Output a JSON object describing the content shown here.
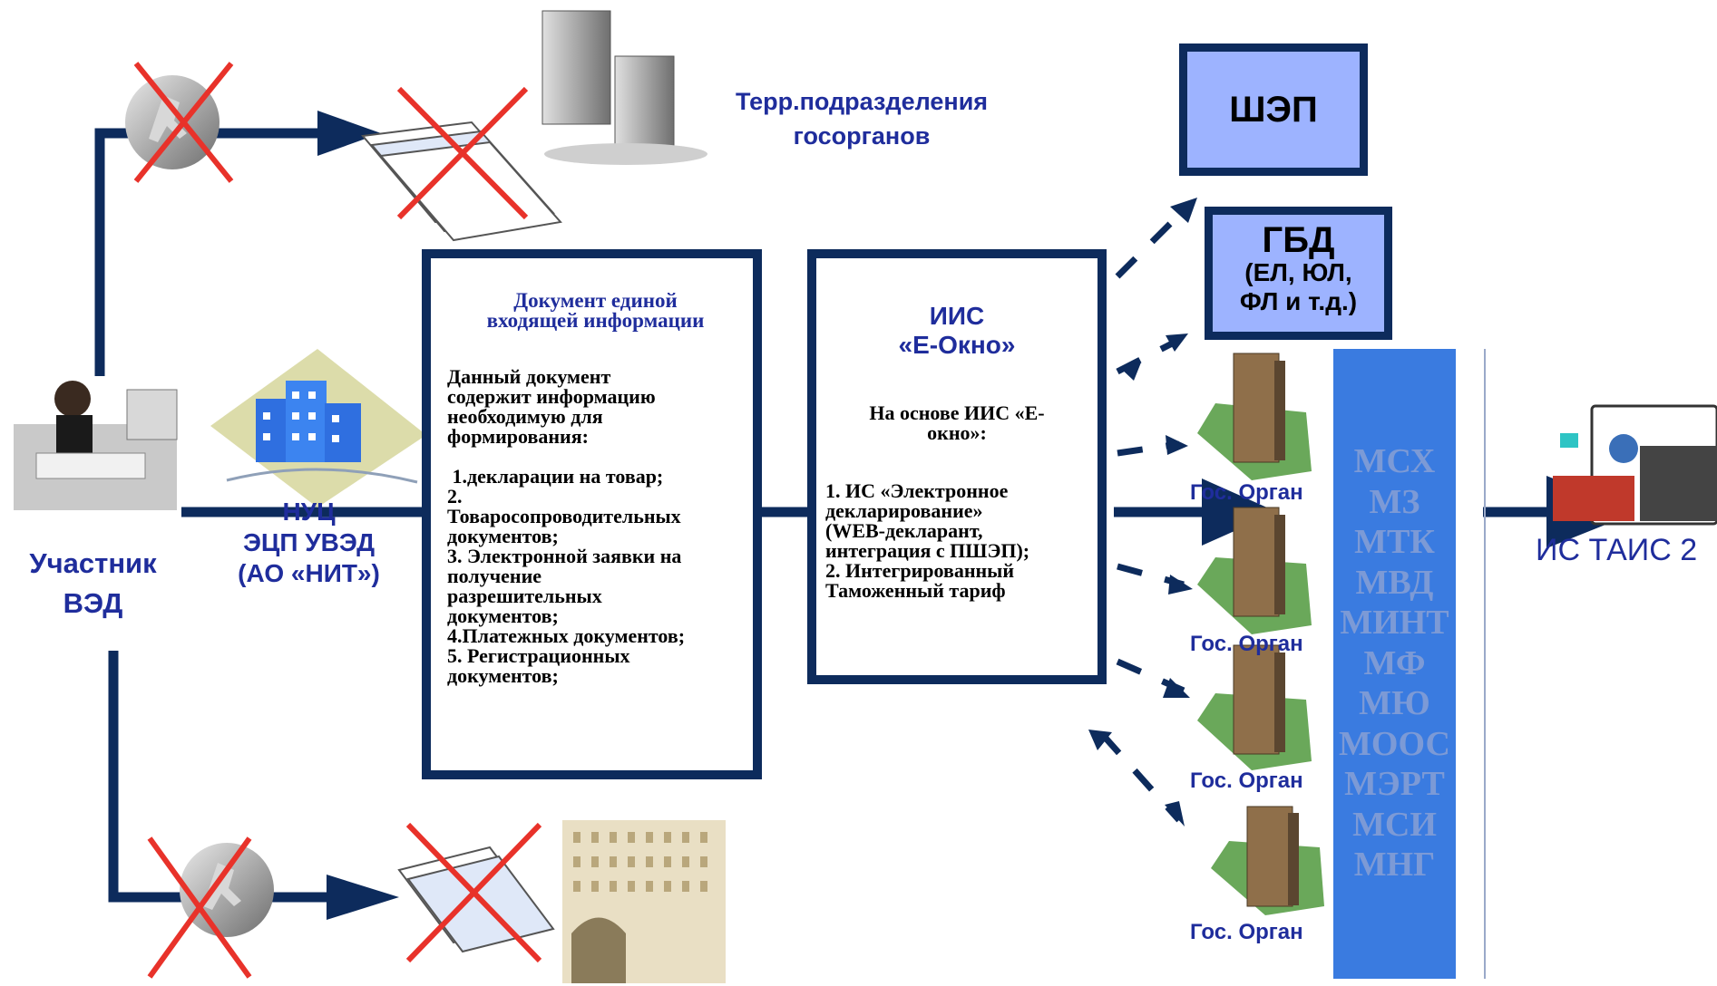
{
  "participant": {
    "label_line1": "Участник",
    "label_line2": "ВЭД"
  },
  "nuc": {
    "line1": "НУЦ",
    "line2": "ЭЦП УВЭД",
    "line3": "(АО «НИТ»)"
  },
  "terr": {
    "line1": "Терр.подразделения",
    "line2": "госорганов"
  },
  "document": {
    "title_line1": "Документ единой",
    "title_line2": "входящей информации",
    "lines": [
      "Данный документ",
      "содержит информацию",
      "необходимую для",
      "формирования:",
      "",
      " 1.декларации на товар;",
      "2.",
      "Товаросопроводительных",
      "документов;",
      "3. Электронной заявки на",
      "получение",
      "разрешительных",
      "документов;",
      "4.Платежных документов;",
      "5. Регистрационных",
      "документов;"
    ]
  },
  "iis": {
    "title_line1": "ИИС",
    "title_line2": "«Е-Окно»",
    "basis_line1": "На основе ИИС «Е-",
    "basis_line2": "окно»:",
    "items": [
      "1. ИС «Электронное",
      "декларирование»",
      "(WEB-декларант,",
      "интеграция с ПШЭП);",
      "2. Интегрированный",
      "Таможенный тариф"
    ]
  },
  "shep": {
    "label": "ШЭП"
  },
  "gbd": {
    "line1": "ГБД",
    "line2": "(ЕЛ, ЮЛ,",
    "line3": "ФЛ и т.д.)"
  },
  "gov_label": "Гос. Орган",
  "agencies": [
    "МСХ",
    "МЗ",
    "МТК",
    "МВД",
    "МИНТ",
    "МФ",
    "МЮ",
    "МООС",
    "МЭРТ",
    "МСИ",
    "МНГ"
  ],
  "tais": {
    "label": "ИС ТАИС 2"
  },
  "colors": {
    "navy": "#0d2b5c",
    "blue_text": "#1f2d9c",
    "agency_bg": "#3a7be0",
    "gbox_fill": "#9db3ff",
    "cross": "#e8322a"
  }
}
